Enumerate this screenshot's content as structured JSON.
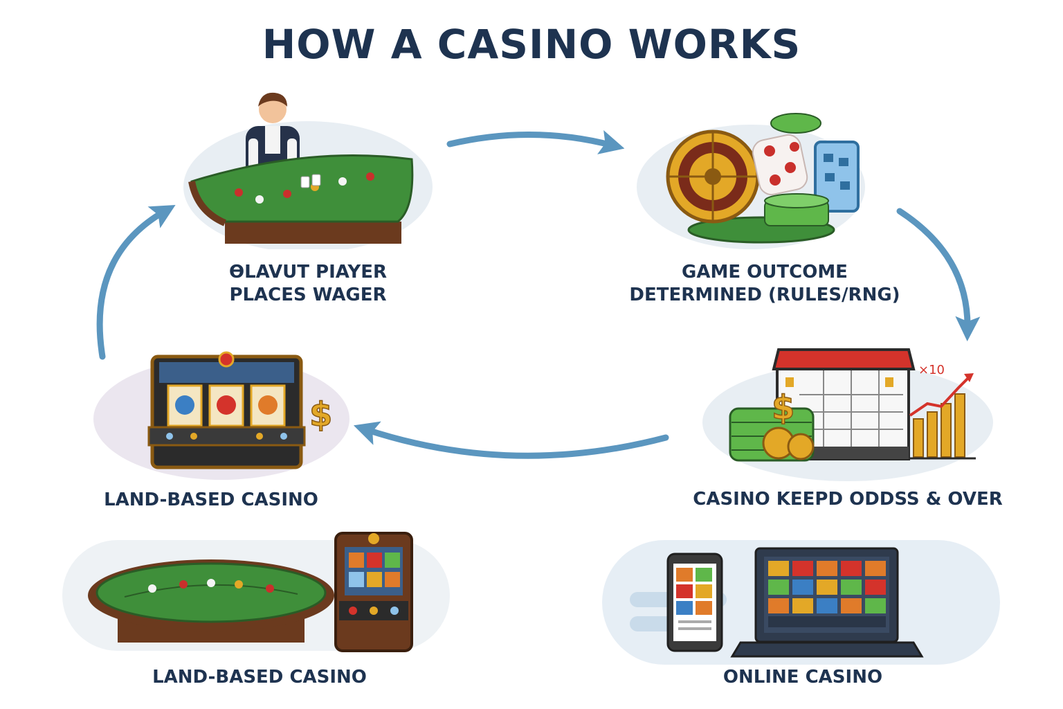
{
  "title": "HOW A CASINO WORKS",
  "steps": [
    {
      "line1": "ƟLAVUT PIAYER",
      "line2": "PLACES WAGER",
      "icon": "blackjack-dealer-icon"
    },
    {
      "line1": "GAME OUTCOME",
      "line2": "DETERMINED (RULES/RNG)",
      "icon": "roulette-dice-chips-icon"
    },
    {
      "line1": "CASINO KEEPD ODDSS & OVER",
      "icon": "casino-building-profit-icon"
    },
    {
      "line1": "LAND-BASED CASINO",
      "icon": "slot-machine-icon"
    }
  ],
  "examples": [
    {
      "label": "LAND-BASED CASINO",
      "icon": "casino-table-slot-icon"
    },
    {
      "label": "ONLINE CASINO",
      "icon": "phone-laptop-games-icon"
    }
  ],
  "colors": {
    "title": "#1e3350",
    "arrow": "#5b96bf",
    "felt": "#3f8f3a",
    "wood": "#6b3a1e",
    "gold": "#e3a827",
    "blob": "#e8eef3"
  },
  "growth_label": "×10"
}
